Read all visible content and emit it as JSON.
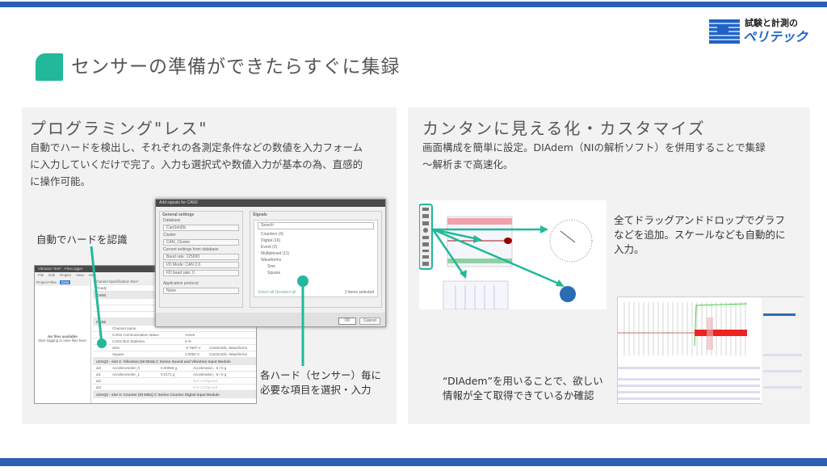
{
  "header": {
    "title": "センサーの準備ができたらすぐに集録",
    "logo_text_top": "試験と計測の",
    "logo_text_bottom": "ペリテック"
  },
  "left": {
    "heading": "プログラミング\"レス\"",
    "body": "自動でハードを検出し、それぞれの各測定条件などの数値を入力フォーム\nに入力していくだけで完了。入力も選択式や数値入力が基本の為、直感的\nに操作可能。",
    "callout_detect": "自動でハードを認識",
    "callout_select": "各ハード（センサー）毎に\n必要な項目を選択・入力",
    "dialog": {
      "title": "Add signals for CAN2",
      "general": "General settings",
      "database_label": "Database",
      "database": "CanSimDb",
      "cluster_label": "Cluster",
      "cluster": "CAN_Cluster",
      "current": "Current settings from database",
      "baud": "Baud rate: 125000",
      "io_mode": "I/O Mode: CAN 2.0",
      "fd_baud": "FD baud rate: 0",
      "protocol_label": "Application protocol",
      "protocol": "None",
      "signals": "Signals",
      "search_placeholder": "Search",
      "tree": [
        "Counters (4)",
        "Digital (16)",
        "Event (2)",
        "Multiplexed (11)",
        "Waveforms",
        "Sine",
        "Square"
      ],
      "select_all": "Select all",
      "deselect_all": "Deselect all",
      "selected": "2 items selected",
      "ok": "OK",
      "cancel": "Cancel"
    },
    "app": {
      "title": "Vibration Test* - FlexLogger",
      "menu": [
        "File",
        "Edit",
        "Project",
        "View",
        "Help"
      ],
      "tabs": [
        "Project Files",
        "Data"
      ],
      "no_files": "No files available",
      "no_files_sub": "Start logging to view files here.",
      "doc_tab": "Channel Specification Rev*",
      "status": "Ready",
      "can1": "CAN1",
      "can2": "CAN2",
      "rows": [
        [
          "Channel name",
          "",
          ""
        ],
        [
          "CAN2 Communication status",
          "Active",
          ""
        ],
        [
          "CAN2 Bus Statistics",
          "0 %",
          ""
        ],
        [
          "Sine",
          "-3.7687 V",
          "CanSimDb, Waveforms"
        ],
        [
          "Square",
          "4.0000 V",
          "CanSimDb, Waveforms"
        ]
      ],
      "mod2": "cDAQ2 - slot 2: Vibration (NI 9234) C Series Sound and Vibration Input Module",
      "mod2_rows": [
        [
          "ai0",
          "Accelerometer_0",
          "0.00058 g",
          "Acceleration, -5 / 5 g"
        ],
        [
          "ai1",
          "Accelerometer_1",
          "0.0171 g",
          "Acceleration, -5 / 5 g"
        ],
        [
          "ai2",
          "",
          "",
          "Not Configured"
        ],
        [
          "ai3",
          "",
          "",
          "Not Configured"
        ]
      ],
      "mod3": "cDAQ2 - slot 3: Counter (NI 9361) C Series Counter Digital Input Module"
    }
  },
  "right": {
    "heading": "カンタンに見える化・カスタマイズ",
    "body": "画面構成を簡単に設定。DIAdem（NIの解析ソフト）を併用することで集録\n〜解析まで高速化。",
    "callout_dnd": "全てドラッグアンドドロップでグラフ\nなどを追加。スケールなども自動的に\n入力。",
    "callout_diadem": "“DIAdem”を用いることで、欲しい\n情報が全て取得できているか確認"
  },
  "colors": {
    "accent": "#22b89a",
    "bar": "#2b5fb4",
    "panel": "#f2f2f2"
  }
}
